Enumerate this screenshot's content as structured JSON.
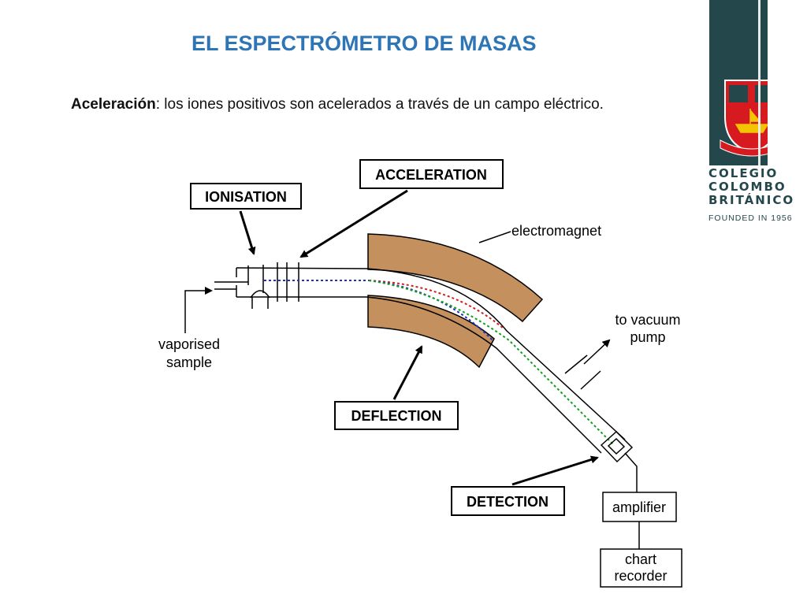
{
  "slide": {
    "title": "EL ESPECTRÓMETRO DE MASAS",
    "intro_term": "Aceleración",
    "intro_text": ": los iones positivos son acelerados a través de un campo eléctrico."
  },
  "branding": {
    "name_line1": "COLEGIO",
    "name_line2": "COLOMBO",
    "name_line3": "BRITÁNICO",
    "founded": "FOUNDED IN 1956",
    "colors": {
      "panel": "#23474b",
      "shield_red": "#d71920",
      "gold": "#f2c500"
    }
  },
  "diagram": {
    "labels": {
      "ionisation": "IONISATION",
      "acceleration": "ACCELERATION",
      "deflection": "DEFLECTION",
      "detection": "DETECTION",
      "electromagnet": "electromagnet",
      "vacuum_line1": "to vacuum",
      "vacuum_line2": "pump",
      "sample_line1": "vaporised",
      "sample_line2": "sample",
      "amplifier": "amplifier",
      "recorder_line1": "chart",
      "recorder_line2": "recorder"
    },
    "colors": {
      "magnet": "#c4915e",
      "beam_red": "#d02020",
      "beam_blue": "#2030c0",
      "beam_green": "#10a020"
    }
  }
}
